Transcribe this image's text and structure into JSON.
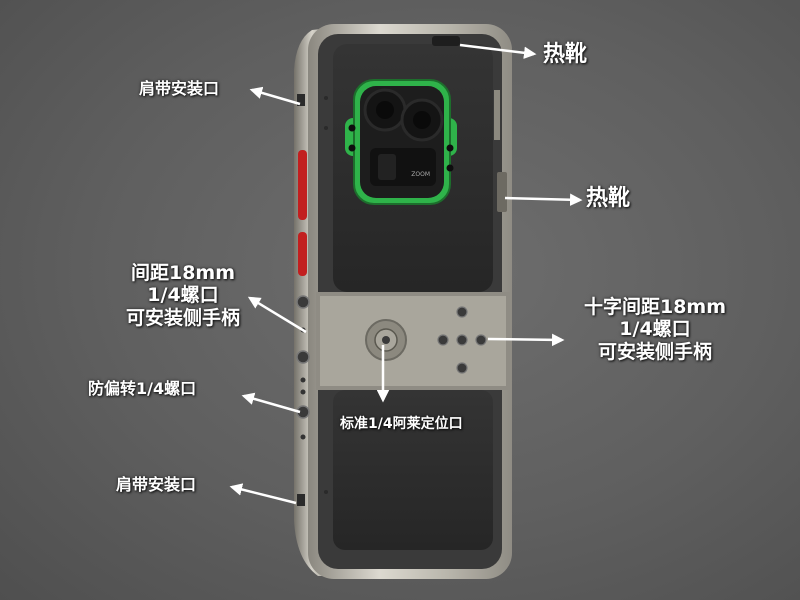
{
  "labels": {
    "hot_shoe_top": "热靴",
    "hot_shoe_side": "热靴",
    "strap_mount_top": "肩带安装口",
    "strap_mount_bottom": "肩带安装口",
    "side_threads": [
      "间距18mm",
      "1/4螺口",
      "可安装侧手柄"
    ],
    "anti_twist": "防偏转1/4螺口",
    "cross_threads": [
      "十字间距18mm",
      "1/4螺口",
      "可安装侧手柄"
    ],
    "arri_locating": "标准1/4阿莱定位口",
    "camera_badge": "ZOOM"
  },
  "colors": {
    "background": "#5f5f5f",
    "frame_metal": "#c9c6bd",
    "plate": "#2e2e2e",
    "accent_red": "#c21f1f",
    "camera_green": "#2fb34a",
    "label": "#ffffff"
  }
}
